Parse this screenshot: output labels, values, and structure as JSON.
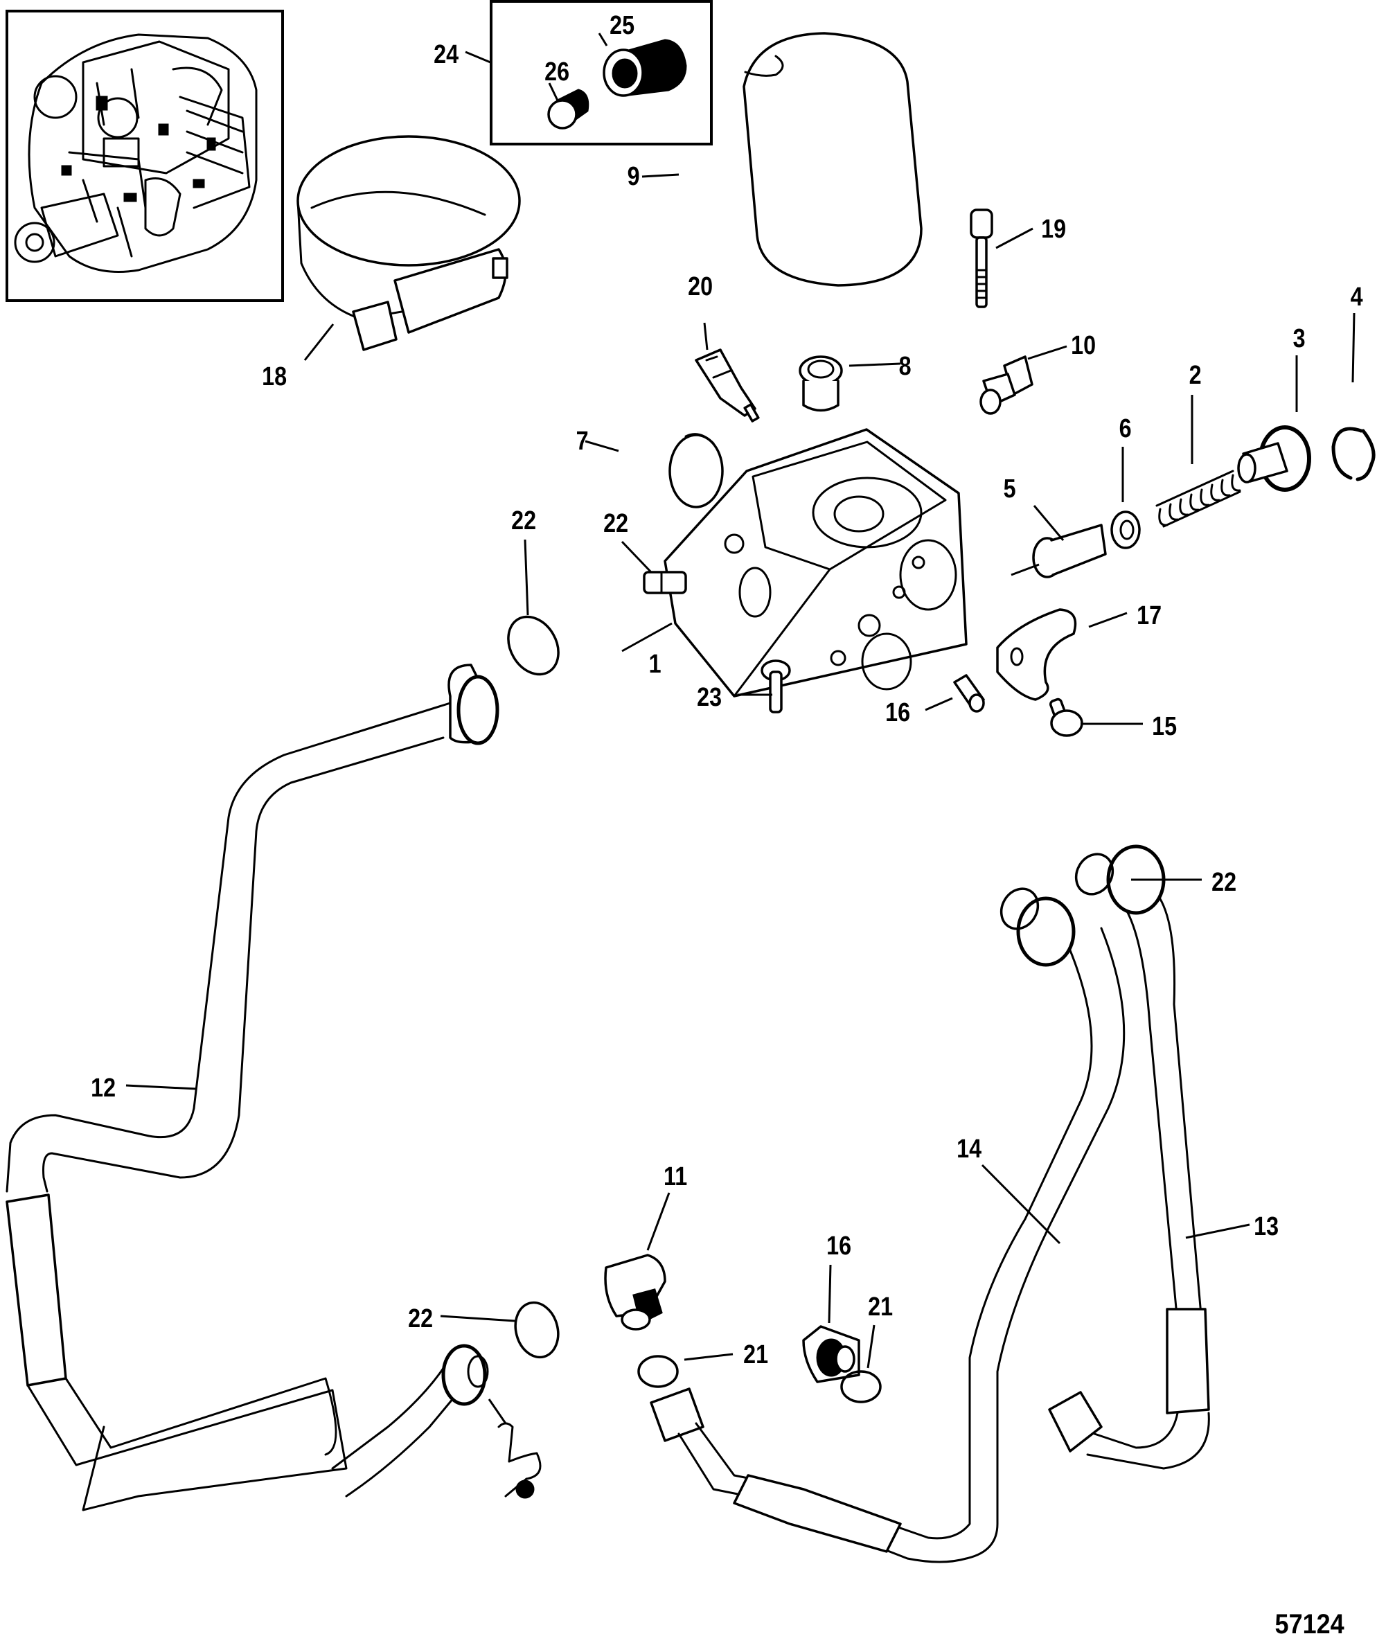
{
  "diagram": {
    "title": "Oil Filter Adapter and Oil Cooler Lines - Exploded Parts View",
    "figure_number": "57124",
    "inset_locator": "engine-overview-locator",
    "inset_kit_group_label": "24",
    "callouts": [
      {
        "id": "c1",
        "label": "1",
        "part": "oil-filter-adapter-housing"
      },
      {
        "id": "c2",
        "label": "2",
        "part": "spring"
      },
      {
        "id": "c3",
        "label": "3",
        "part": "valve-plug"
      },
      {
        "id": "c4",
        "label": "4",
        "part": "retaining-ring"
      },
      {
        "id": "c5",
        "label": "5",
        "part": "thermostat-valve"
      },
      {
        "id": "c6",
        "label": "6",
        "part": "seal-washer"
      },
      {
        "id": "c7",
        "label": "7",
        "part": "plug-cap"
      },
      {
        "id": "c8",
        "label": "8",
        "part": "filter-nipple"
      },
      {
        "id": "c9",
        "label": "9",
        "part": "oil-filter"
      },
      {
        "id": "c10",
        "label": "10",
        "part": "pressure-sender"
      },
      {
        "id": "c11",
        "label": "11",
        "part": "elbow-fitting"
      },
      {
        "id": "c12",
        "label": "12",
        "part": "oil-line"
      },
      {
        "id": "c13",
        "label": "13",
        "part": "oil-line"
      },
      {
        "id": "c14",
        "label": "14",
        "part": "oil-line"
      },
      {
        "id": "c15",
        "label": "15",
        "part": "screw"
      },
      {
        "id": "c16a",
        "label": "16",
        "part": "fitting"
      },
      {
        "id": "c16b",
        "label": "16",
        "part": "fitting"
      },
      {
        "id": "c17",
        "label": "17",
        "part": "clamp-bracket"
      },
      {
        "id": "c18",
        "label": "18",
        "part": "hose-clamp"
      },
      {
        "id": "c19",
        "label": "19",
        "part": "screw"
      },
      {
        "id": "c20",
        "label": "20",
        "part": "temperature-sender"
      },
      {
        "id": "c21a",
        "label": "21",
        "part": "o-ring"
      },
      {
        "id": "c21b",
        "label": "21",
        "part": "o-ring"
      },
      {
        "id": "c22a",
        "label": "22",
        "part": "o-ring"
      },
      {
        "id": "c22b",
        "label": "22",
        "part": "plug"
      },
      {
        "id": "c22c",
        "label": "22",
        "part": "o-ring"
      },
      {
        "id": "c22d",
        "label": "22",
        "part": "o-ring"
      },
      {
        "id": "c23",
        "label": "23",
        "part": "screw"
      },
      {
        "id": "c24",
        "label": "24",
        "part": "plug-kit"
      },
      {
        "id": "c25",
        "label": "25",
        "part": "adapter-fitting"
      },
      {
        "id": "c26",
        "label": "26",
        "part": "plug"
      }
    ]
  }
}
